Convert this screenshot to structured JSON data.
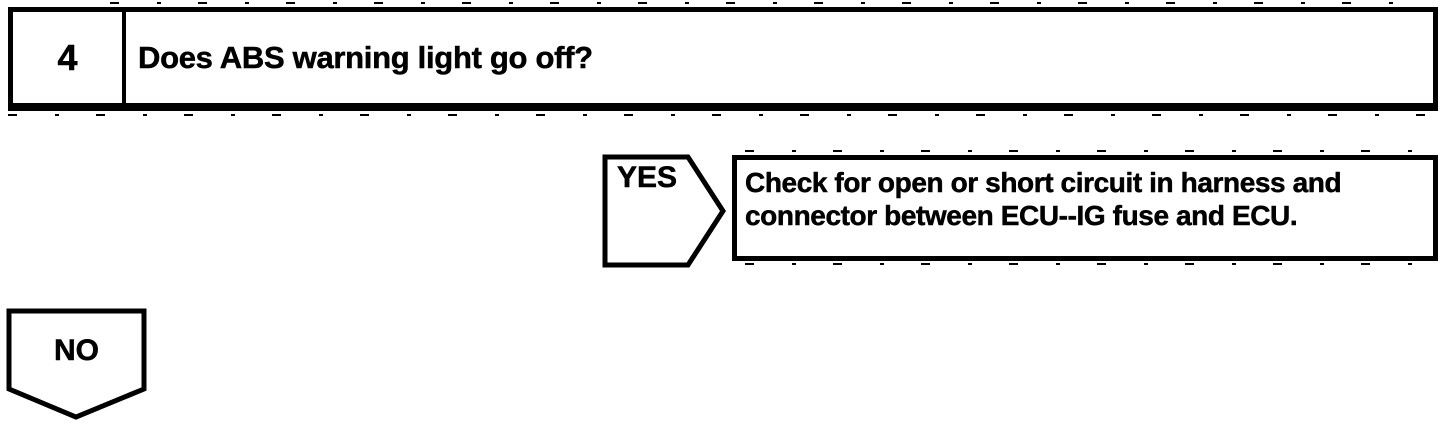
{
  "page": {
    "background": "#ffffff",
    "ink": "#000000"
  },
  "flowchart": {
    "step": {
      "number": "4",
      "question": "Does ABS warning light go off?"
    },
    "yes_branch": {
      "label": "YES",
      "action_line1": "Check for open or short circuit in harness and",
      "action_line2": "connector between ECU--IG fuse and ECU."
    },
    "no_branch": {
      "label": "NO"
    }
  }
}
